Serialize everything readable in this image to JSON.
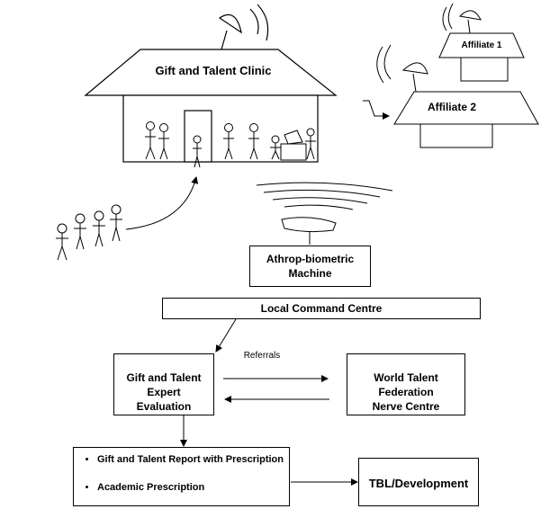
{
  "clinic": {
    "title": "Gift and Talent Clinic"
  },
  "affiliates": {
    "affiliate1": "Affiliate 1",
    "affiliate2": "Affiliate 2"
  },
  "machine": {
    "label": "Athrop-biometric\nMachine"
  },
  "command": {
    "label": "Local Command Centre"
  },
  "evaluation": {
    "label": "Gift and Talent\nExpert\nEvaluation"
  },
  "federation": {
    "label": "World Talent\nFederation\nNerve Centre"
  },
  "referrals": {
    "label": "Referrals"
  },
  "report": {
    "items": [
      "Gift and Talent Report with Prescription",
      "Academic Prescription"
    ]
  },
  "tbl": {
    "label": "TBL/Development"
  }
}
